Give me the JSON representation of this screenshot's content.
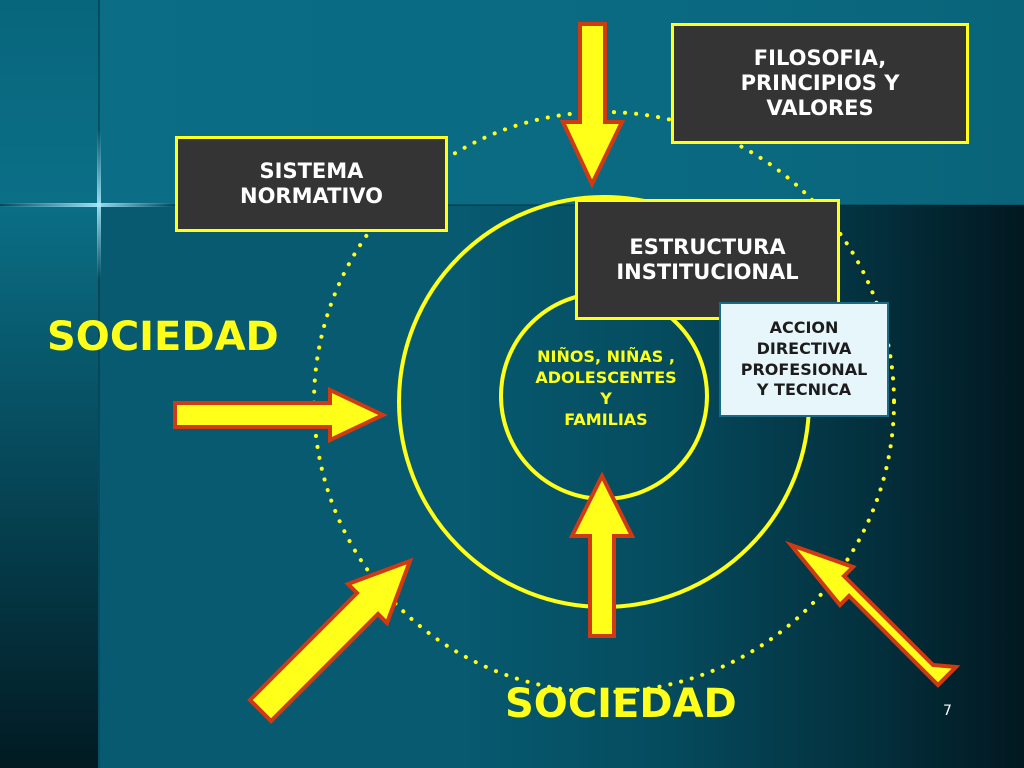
{
  "slide": {
    "page_number": "7",
    "colors": {
      "accent_yellow": "#ffff1a",
      "arrow_border": "#d03a12",
      "box_dark": "#343434",
      "box_light": "#e6f6fb",
      "background_teal": "#075a70"
    }
  },
  "diagram": {
    "labels": {
      "sociedad_left": "SOCIEDAD",
      "sociedad_bottom": "SOCIEDAD"
    },
    "boxes": {
      "filosofia": [
        "FILOSOFIA,",
        "PRINCIPIOS Y",
        "VALORES"
      ],
      "sistema_normativo": [
        "SISTEMA",
        "NORMATIVO"
      ],
      "estructura": [
        "ESTRUCTURA",
        "INSTITUCIONAL"
      ],
      "accion": [
        "ACCION",
        "DIRECTIVA",
        "PROFESIONAL",
        "Y TECNICA"
      ]
    },
    "center": [
      "NIÑOS, NIÑAS ,",
      "ADOLESCENTES",
      "Y",
      "FAMILIAS"
    ],
    "arrows": [
      "top-down",
      "left-right",
      "bottom-left-diagonal",
      "bottom-up",
      "bottom-right-diagonal"
    ]
  }
}
